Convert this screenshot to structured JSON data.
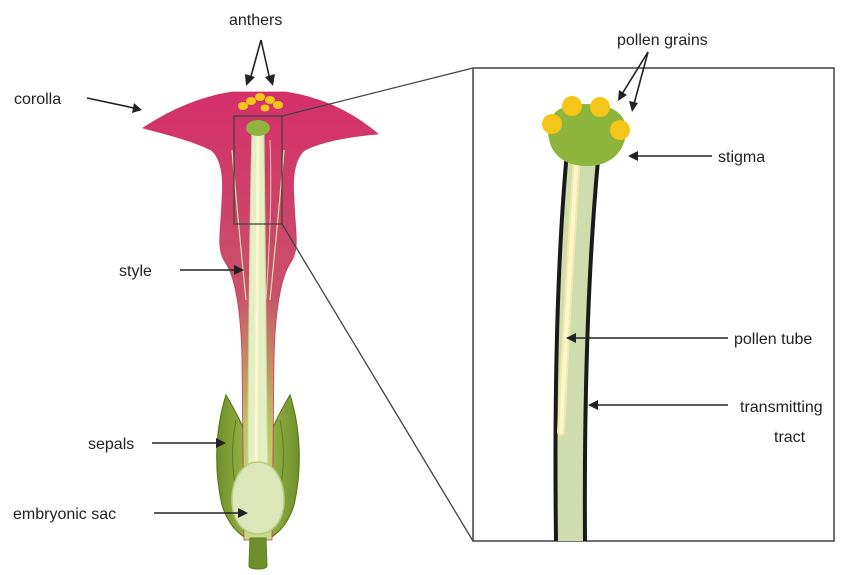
{
  "labels": {
    "anthers": "anthers",
    "corolla": "corolla",
    "style": "style",
    "sepals": "sepals",
    "embryonic_sac": "embryonic sac",
    "pollen_grains": "pollen grains",
    "stigma": "stigma",
    "pollen_tube": "pollen tube",
    "transmitting_tract_line1": "transmitting",
    "transmitting_tract_line2": "tract"
  },
  "colors": {
    "corolla_top": "#d9336b",
    "corolla_bottom": "#b9cf5e",
    "tube_green": "#cfe09a",
    "style_green": "#e3edbd",
    "sepal_dark": "#6f8f2a",
    "sepal_light": "#a9c454",
    "stigma": "#8db53c",
    "pollen": "#f5c518",
    "pollen_tube": "#fbf3b4",
    "tract_fill": "#cfdcad",
    "outline": "#222222"
  }
}
